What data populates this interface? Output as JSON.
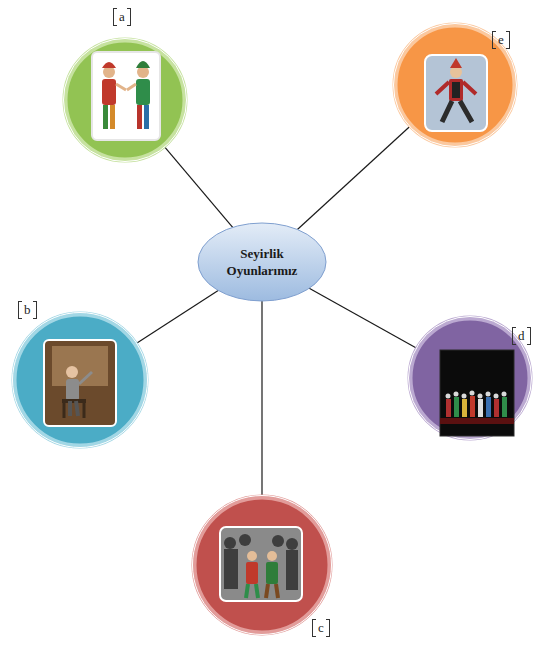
{
  "diagram": {
    "nodes": [
      {
        "text": [
          "a"
        ]
      },
      {
        "text": [
          "e"
        ]
      },
      {
        "text": [
          "Seyirlik Oyunlarımız"
        ]
      },
      {
        "text": [
          "b"
        ]
      },
      {
        "text": [
          "d"
        ]
      },
      {
        "text": [
          "c"
        ]
      }
    ],
    "edges": [
      {
        "from": 2,
        "to": 0,
        "arrow": "none"
      },
      {
        "from": 2,
        "to": 1,
        "arrow": "none"
      },
      {
        "from": 2,
        "to": 3,
        "arrow": "none"
      },
      {
        "from": 2,
        "to": 4,
        "arrow": "none"
      },
      {
        "from": 2,
        "to": 5,
        "arrow": "none"
      }
    ]
  }
}
